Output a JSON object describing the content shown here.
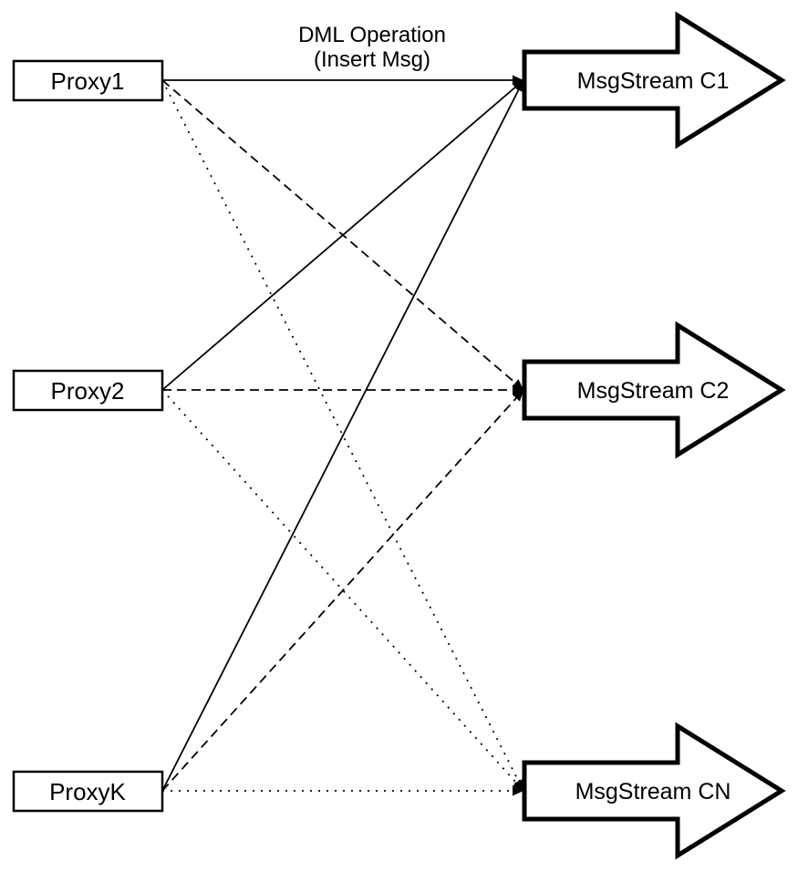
{
  "title": {
    "line1": "DML Operation",
    "line2": "(Insert Msg)"
  },
  "colors": {
    "ink": "#000000",
    "paper": "#ffffff"
  },
  "proxies": [
    {
      "label": "Proxy1"
    },
    {
      "label": "Proxy2"
    },
    {
      "label": "ProxyK"
    }
  ],
  "streams": [
    {
      "label": "MsgStream C1"
    },
    {
      "label": "MsgStream C2"
    },
    {
      "label": "MsgStream CN"
    }
  ],
  "connections": [
    {
      "from": "Proxy1",
      "to": "MsgStream C1",
      "style": "solid"
    },
    {
      "from": "Proxy1",
      "to": "MsgStream C2",
      "style": "dashed"
    },
    {
      "from": "Proxy1",
      "to": "MsgStream CN",
      "style": "dotted"
    },
    {
      "from": "Proxy2",
      "to": "MsgStream C1",
      "style": "solid"
    },
    {
      "from": "Proxy2",
      "to": "MsgStream C2",
      "style": "dashed"
    },
    {
      "from": "Proxy2",
      "to": "MsgStream CN",
      "style": "dotted"
    },
    {
      "from": "ProxyK",
      "to": "MsgStream C1",
      "style": "solid"
    },
    {
      "from": "ProxyK",
      "to": "MsgStream C2",
      "style": "dashed"
    },
    {
      "from": "ProxyK",
      "to": "MsgStream CN",
      "style": "dotted"
    }
  ]
}
